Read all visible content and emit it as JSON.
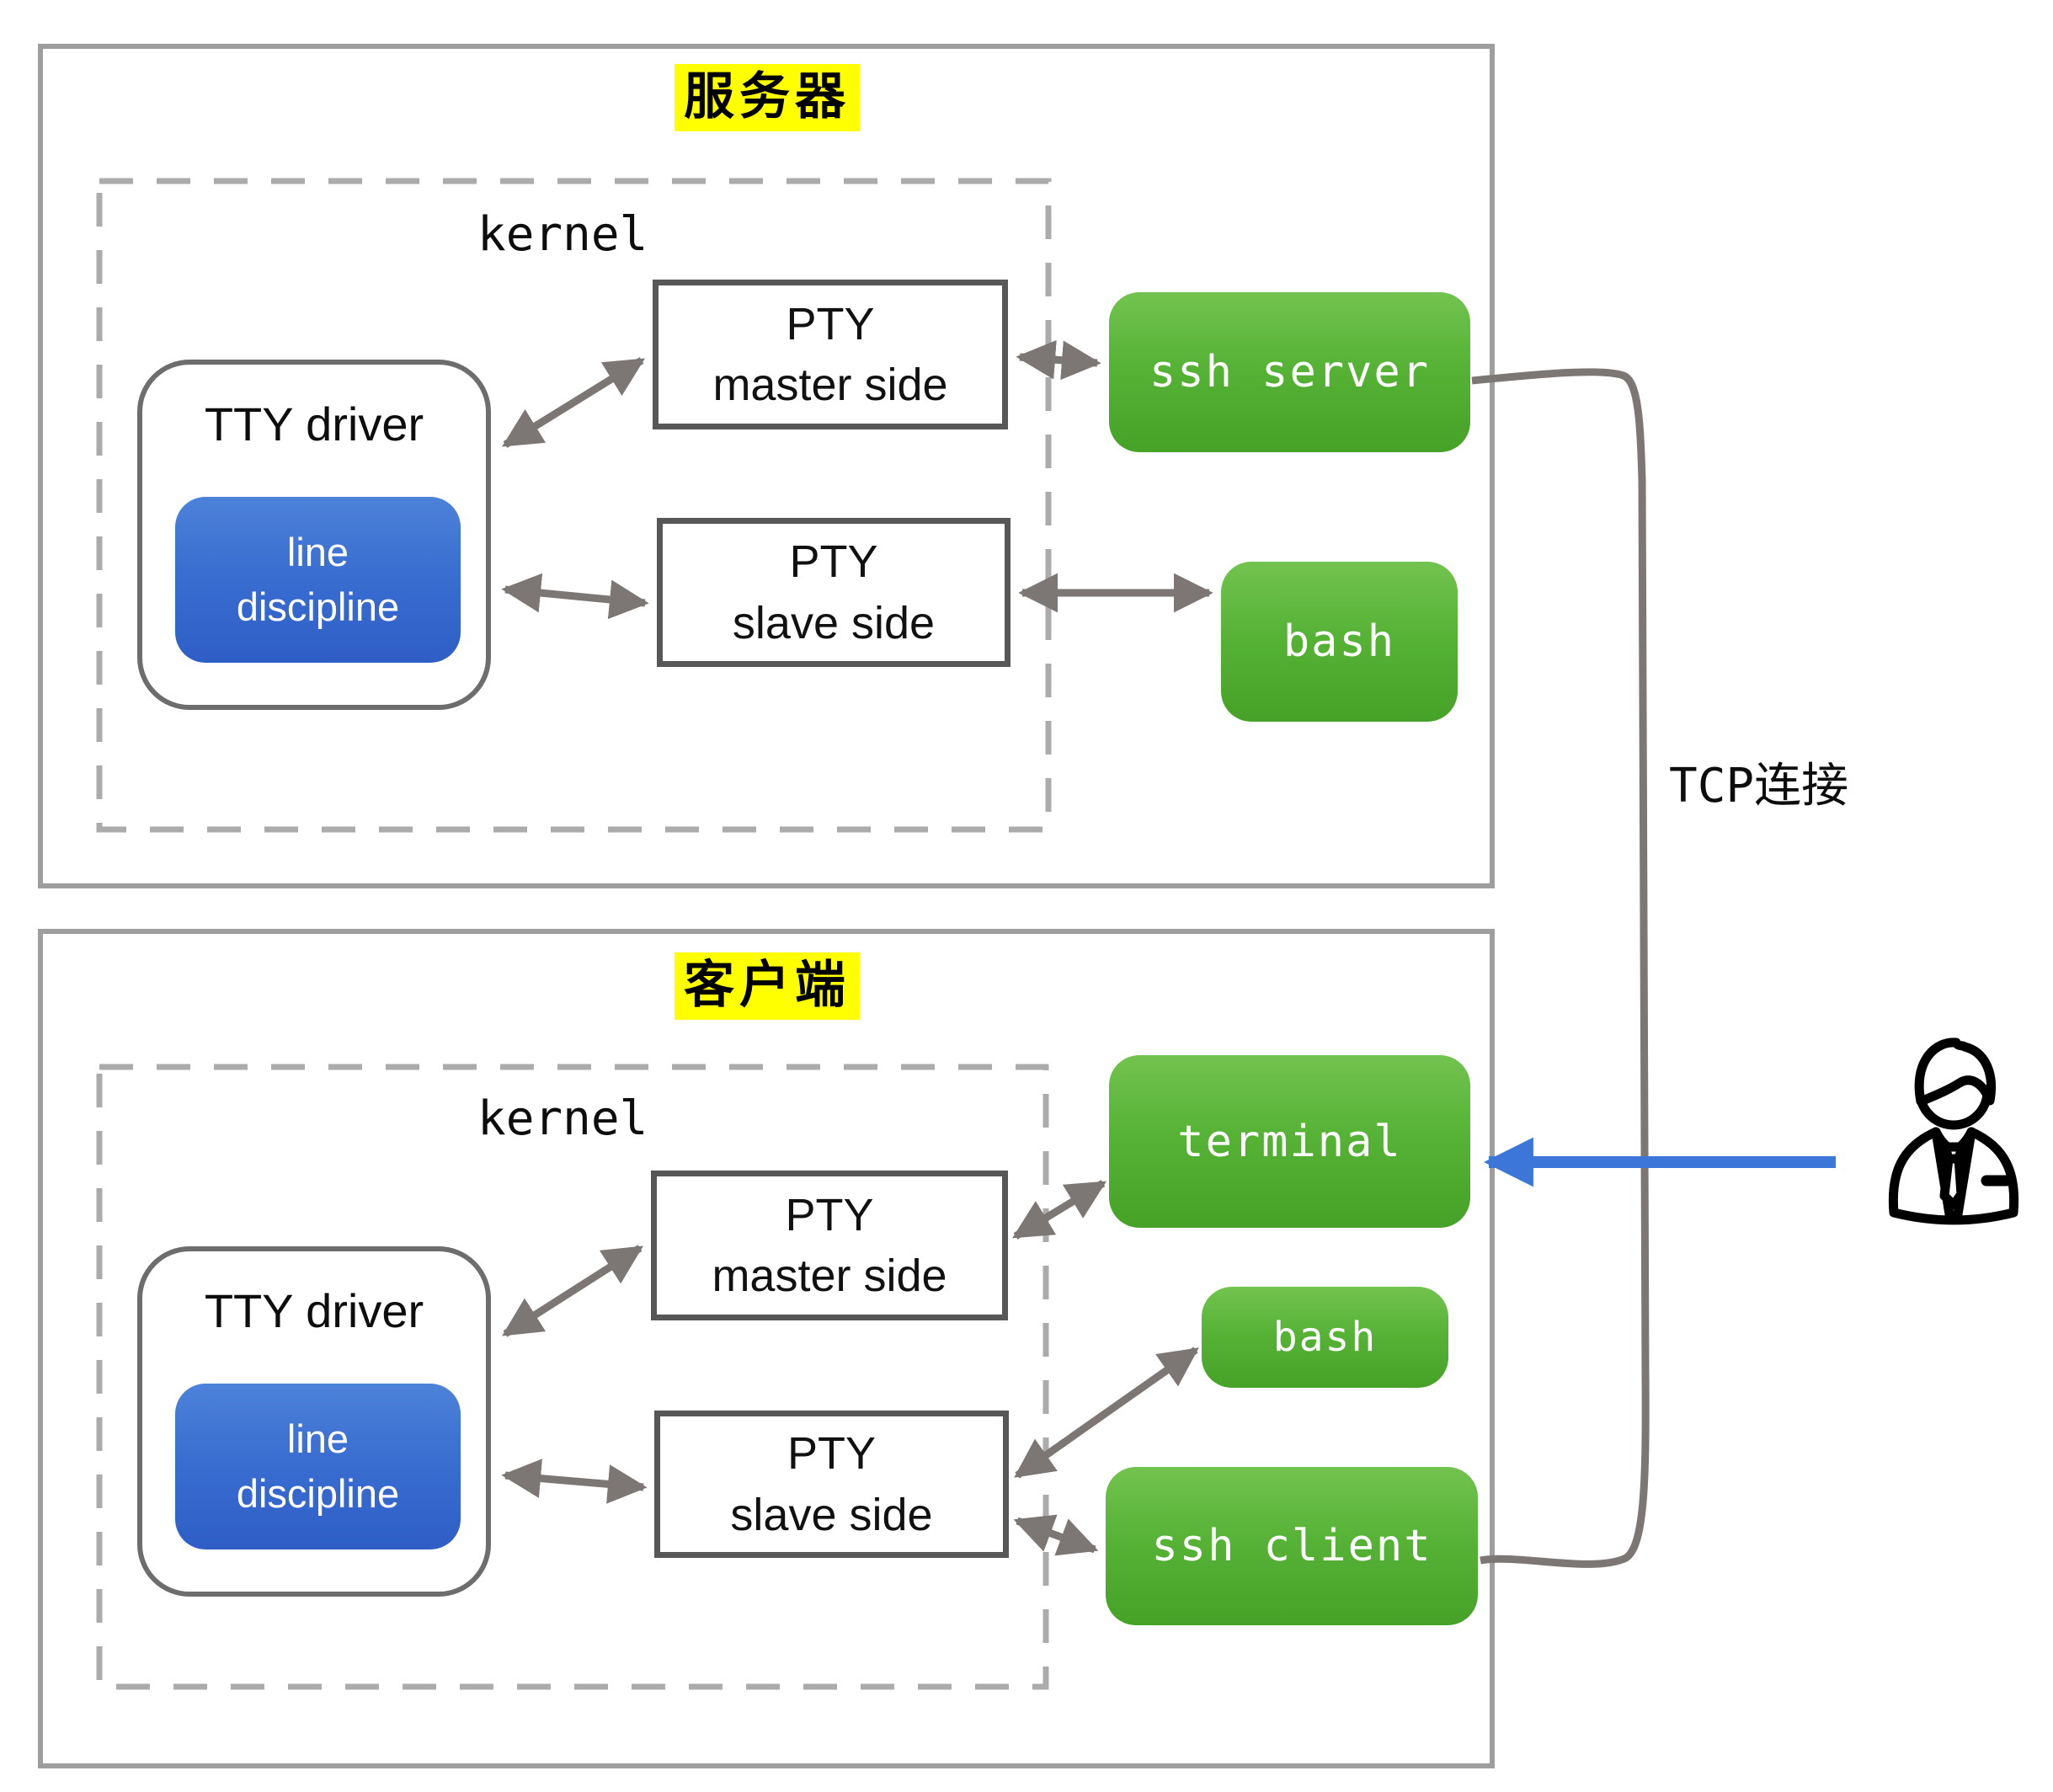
{
  "server": {
    "title": "服务器",
    "kernel_label": "kernel",
    "tty_driver_label": "TTY driver",
    "line_discipline_line1": "line",
    "line_discipline_line2": "discipline",
    "pty_master_line1": "PTY",
    "pty_master_line2": "master side",
    "pty_slave_line1": "PTY",
    "pty_slave_line2": "slave side",
    "ssh_server_label": "ssh server",
    "bash_label": "bash"
  },
  "client": {
    "title": "客户端",
    "kernel_label": "kernel",
    "tty_driver_label": "TTY driver",
    "line_discipline_line1": "line",
    "line_discipline_line2": "discipline",
    "pty_master_line1": "PTY",
    "pty_master_line2": "master side",
    "pty_slave_line1": "PTY",
    "pty_slave_line2": "slave side",
    "terminal_label": "terminal",
    "bash_label": "bash",
    "ssh_client_label": "ssh client"
  },
  "connection": {
    "tcp_label": "TCP连接"
  },
  "colors": {
    "highlight_yellow": "#ffff00",
    "process_green": "#55b235",
    "discipline_blue": "#3a6ed0",
    "arrow_gray": "#7c7674",
    "border_gray": "#9e9e9e",
    "user_arrow_blue": "#3b76d8"
  }
}
